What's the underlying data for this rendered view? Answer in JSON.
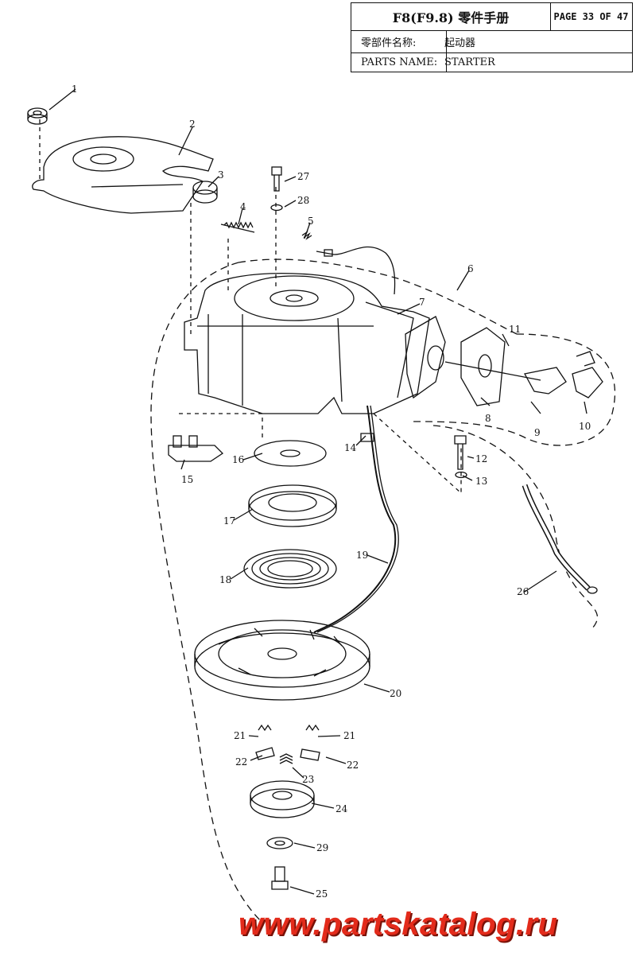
{
  "header": {
    "model": "F8(F9.8) 零件手册",
    "page": "PAGE 33 OF 47",
    "chinese_label": "零部件名称:",
    "chinese_value": "起动器",
    "parts_label": "PARTS NAME:",
    "parts_value": "STARTER"
  },
  "callouts": [
    "1",
    "2",
    "3",
    "4",
    "5",
    "6",
    "7",
    "8",
    "9",
    "10",
    "11",
    "12",
    "13",
    "14",
    "15",
    "16",
    "17",
    "18",
    "19",
    "20",
    "21",
    "21",
    "22",
    "22",
    "23",
    "24",
    "25",
    "26",
    "27",
    "28",
    "29"
  ],
  "watermark": "www.partskatalog.ru"
}
